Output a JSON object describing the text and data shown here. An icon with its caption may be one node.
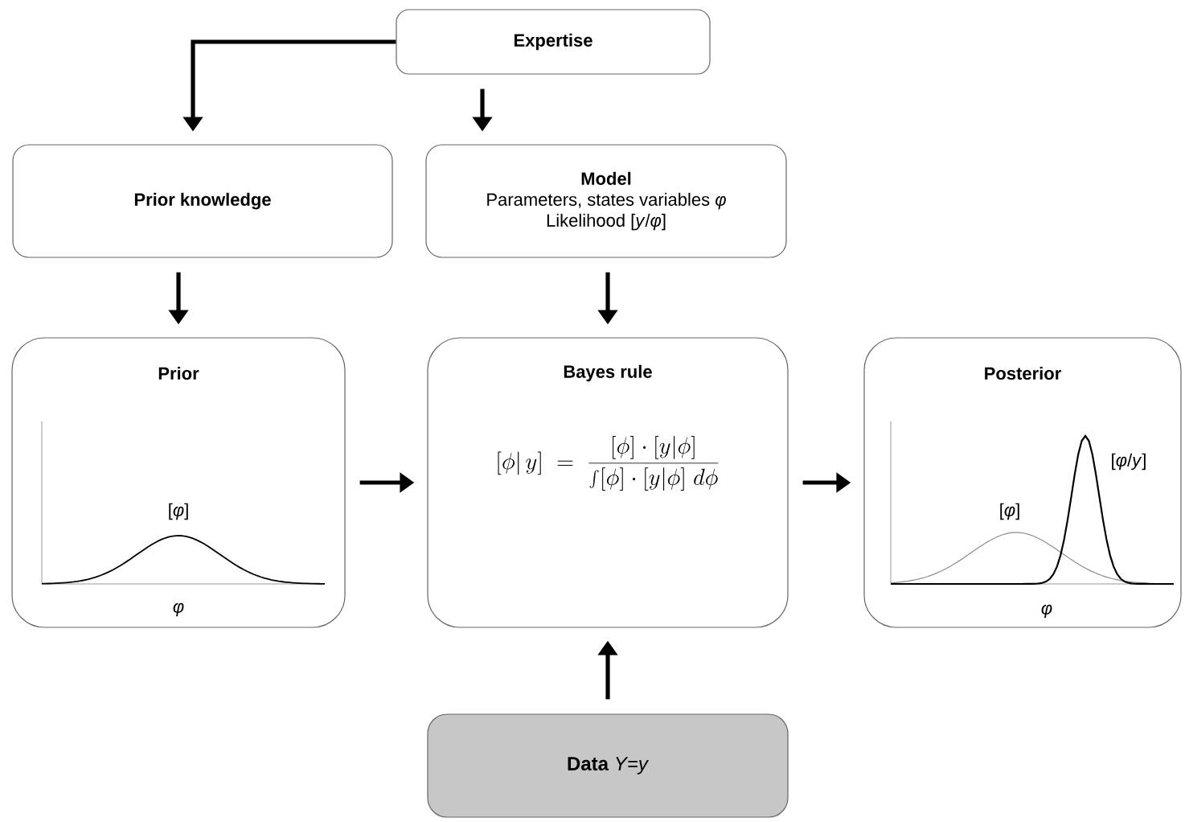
{
  "diagram": {
    "nodes": [
      {
        "text": [
          "Expertise"
        ]
      },
      {
        "text": [
          "Prior knowledge"
        ]
      },
      {
        "text": [
          "Model",
          "Parameters, states variables *φ*",
          "Likelihood [*y*/*φ*]"
        ]
      },
      {
        "text": [
          "Prior"
        ]
      },
      {
        "text": [
          "Bayes rule",
          "\\left[\\phi\\middle|\\, y\\right] \\;=\\; \\frac{[\\phi]\\cdot[y|\\phi]}{\\int [\\phi]\\cdot[y|\\phi]\\; d\\phi}"
        ]
      },
      {
        "text": [
          "Posterior"
        ]
      },
      {
        "text": [
          "**Data**  *Y=y*"
        ]
      }
    ],
    "edges": [
      {
        "from": 0,
        "to": 1,
        "arrow": "to"
      },
      {
        "from": 0,
        "to": 2,
        "arrow": "to"
      },
      {
        "from": 1,
        "to": 3,
        "arrow": "to"
      },
      {
        "from": 2,
        "to": 4,
        "arrow": "to"
      },
      {
        "from": 3,
        "to": 4,
        "arrow": "to"
      },
      {
        "from": 4,
        "to": 5,
        "arrow": "to"
      },
      {
        "from": 6,
        "to": 4,
        "arrow": "to"
      }
    ],
    "labels": [
      "[*φ*]",
      "*φ*",
      "[*φ*]",
      "[*φ*/*y*]",
      "*φ*"
    ]
  }
}
